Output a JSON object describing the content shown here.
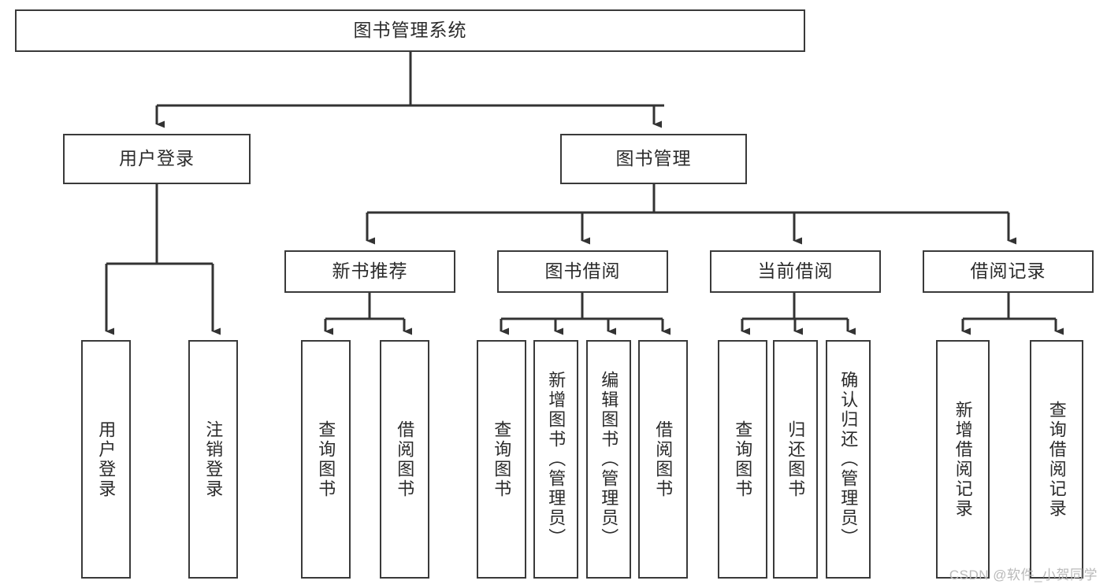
{
  "diagram": {
    "title": "图书管理系统",
    "watermark": "CSDN @软件_小贺同学",
    "colors": {
      "box_border": "#3a3a3a",
      "box_fill": "#ffffff",
      "connector": "#333333",
      "text": "#2b2b2b",
      "watermark": "#b9b9b9"
    },
    "root": {
      "label": "图书管理系统"
    },
    "level2": [
      {
        "id": "user-login",
        "label": "用户登录"
      },
      {
        "id": "book-management",
        "label": "图书管理"
      }
    ],
    "level3": [
      {
        "id": "new-book-recommend",
        "label": "新书推荐"
      },
      {
        "id": "book-borrow",
        "label": "图书借阅"
      },
      {
        "id": "current-borrow",
        "label": "当前借阅"
      },
      {
        "id": "borrow-record",
        "label": "借阅记录"
      }
    ],
    "leaves": {
      "user_login": [
        {
          "id": "leaf-user-login",
          "label": "用户登录"
        },
        {
          "id": "leaf-logout",
          "label": "注销登录"
        }
      ],
      "new_book_recommend": [
        {
          "id": "leaf-query-book-1",
          "label": "查询图书"
        },
        {
          "id": "leaf-borrow-book-1",
          "label": "借阅图书"
        }
      ],
      "book_borrow": [
        {
          "id": "leaf-query-book-2",
          "label": "查询图书"
        },
        {
          "id": "leaf-add-book",
          "label": "新增图书（管理员）"
        },
        {
          "id": "leaf-edit-book",
          "label": "编辑图书（管理员）"
        },
        {
          "id": "leaf-borrow-book-2",
          "label": "借阅图书"
        }
      ],
      "current_borrow": [
        {
          "id": "leaf-query-book-3",
          "label": "查询图书"
        },
        {
          "id": "leaf-return-book",
          "label": "归还图书"
        },
        {
          "id": "leaf-confirm-return",
          "label": "确认归还（管理员）"
        }
      ],
      "borrow_record": [
        {
          "id": "leaf-add-record",
          "label": "新增借阅记录"
        },
        {
          "id": "leaf-query-record",
          "label": "查询借阅记录"
        }
      ]
    }
  }
}
